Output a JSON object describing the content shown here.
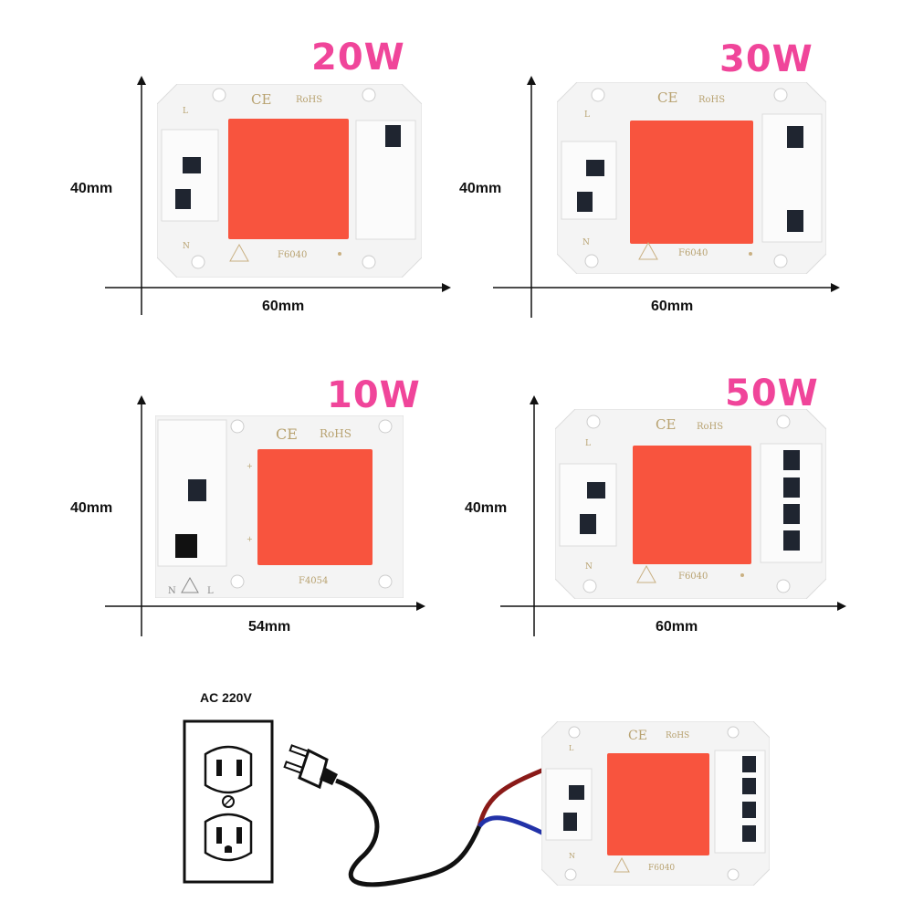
{
  "panels": [
    {
      "watt": "20W",
      "height": "40mm",
      "width": "60mm",
      "model": "F6040",
      "ce": "CE",
      "rohs": "RoHS",
      "pin_top": "L",
      "pin_bottom": "N"
    },
    {
      "watt": "30W",
      "height": "40mm",
      "width": "60mm",
      "model": "F6040",
      "ce": "CE",
      "rohs": "RoHS",
      "pin_top": "L",
      "pin_bottom": "N"
    },
    {
      "watt": "10W",
      "height": "40mm",
      "width": "54mm",
      "model": "F4054",
      "ce": "CE",
      "rohs": "RoHS",
      "pin_top": "L",
      "pin_bottom": "N"
    },
    {
      "watt": "50W",
      "height": "40mm",
      "width": "60mm",
      "model": "F6040",
      "ce": "CE",
      "rohs": "RoHS",
      "pin_top": "L",
      "pin_bottom": "N"
    }
  ],
  "wiring": {
    "ac_label": "AC 220V",
    "chip_model": "F6040",
    "ce": "CE",
    "rohs": "RoHS",
    "pin_top": "L",
    "pin_bottom": "N"
  },
  "colors": {
    "watt_label": "#f0459a",
    "led_emitter": "#f8543e",
    "board": "#f4f4f4",
    "wire_live": "#8a1a18",
    "wire_neutral": "#2232a8",
    "cord": "#111111"
  }
}
